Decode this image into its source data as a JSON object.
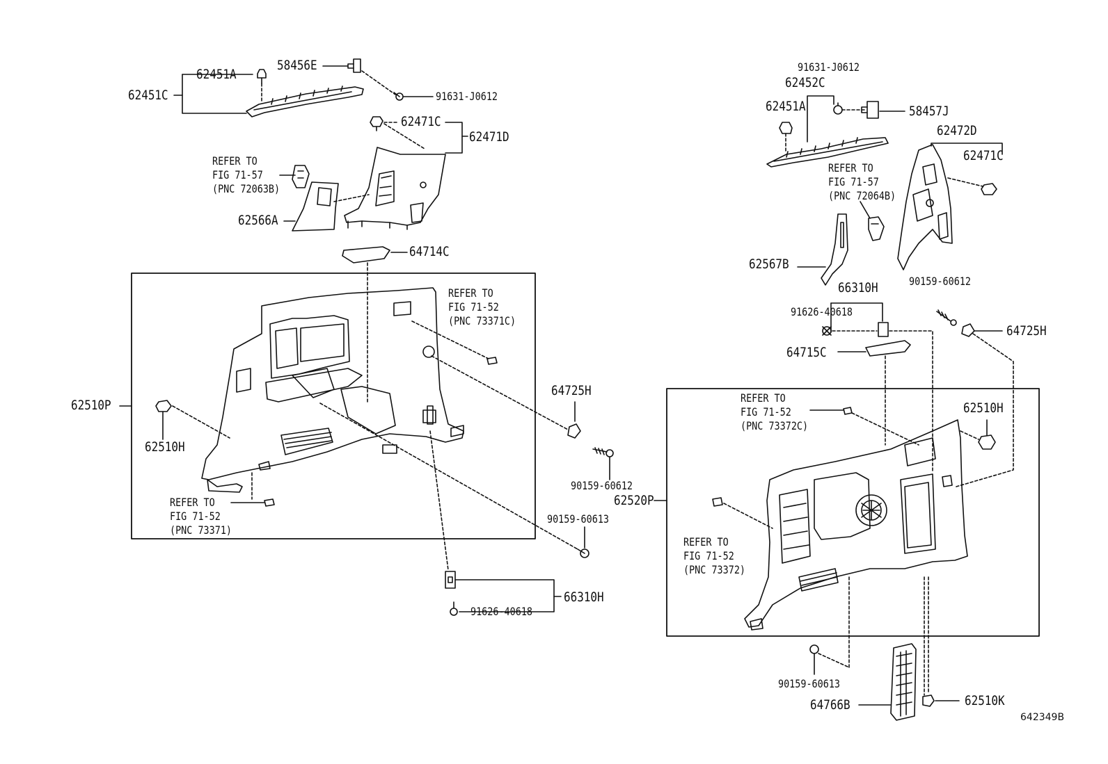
{
  "parts": {
    "p62451A_left": "62451A",
    "p62451C": "62451C",
    "p58456E": "58456E",
    "p91631_left": "91631-J0612",
    "p62471C_left": "62471C",
    "p62471D": "62471D",
    "p62566A": "62566A",
    "p64714C": "64714C",
    "p62510P": "62510P",
    "p62510H_left": "62510H",
    "p64725H_left": "64725H",
    "p90159_60612_left": "90159-60612",
    "p90159_60613_left": "90159-60613",
    "p66310H_left": "66310H",
    "p91626_left": "91626-40618",
    "p62520P": "62520P",
    "p91631_right": "91631-J0612",
    "p62452C": "62452C",
    "p62451A_right": "62451A",
    "p58457J": "58457J",
    "p62472D": "62472D",
    "p62471C_right": "62471C",
    "p62567B": "62567B",
    "p66310H_right": "66310H",
    "p91626_right": "91626-40618",
    "p90159_60612_right": "90159-60612",
    "p64725H_right": "64725H",
    "p64715C": "64715C",
    "p62510H_right": "62510H",
    "p90159_60613_right": "90159-60613",
    "p64766B": "64766B",
    "p62510K": "62510K"
  },
  "refs": {
    "r1": {
      "l1": "REFER TO",
      "l2": "FIG 71-57",
      "l3": "(PNC 72063B)"
    },
    "r2": {
      "l1": "REFER TO",
      "l2": "FIG 71-52",
      "l3": "(PNC 73371C)"
    },
    "r3": {
      "l1": "REFER TO",
      "l2": "FIG 71-52",
      "l3": "(PNC 73371)"
    },
    "r4": {
      "l1": "REFER TO",
      "l2": "FIG 71-57",
      "l3": "(PNC 72064B)"
    },
    "r5": {
      "l1": "REFER TO",
      "l2": "FIG 71-52",
      "l3": "(PNC 73372C)"
    },
    "r6": {
      "l1": "REFER TO",
      "l2": "FIG 71-52",
      "l3": "(PNC 73372)"
    }
  },
  "figure_id": "642349B"
}
